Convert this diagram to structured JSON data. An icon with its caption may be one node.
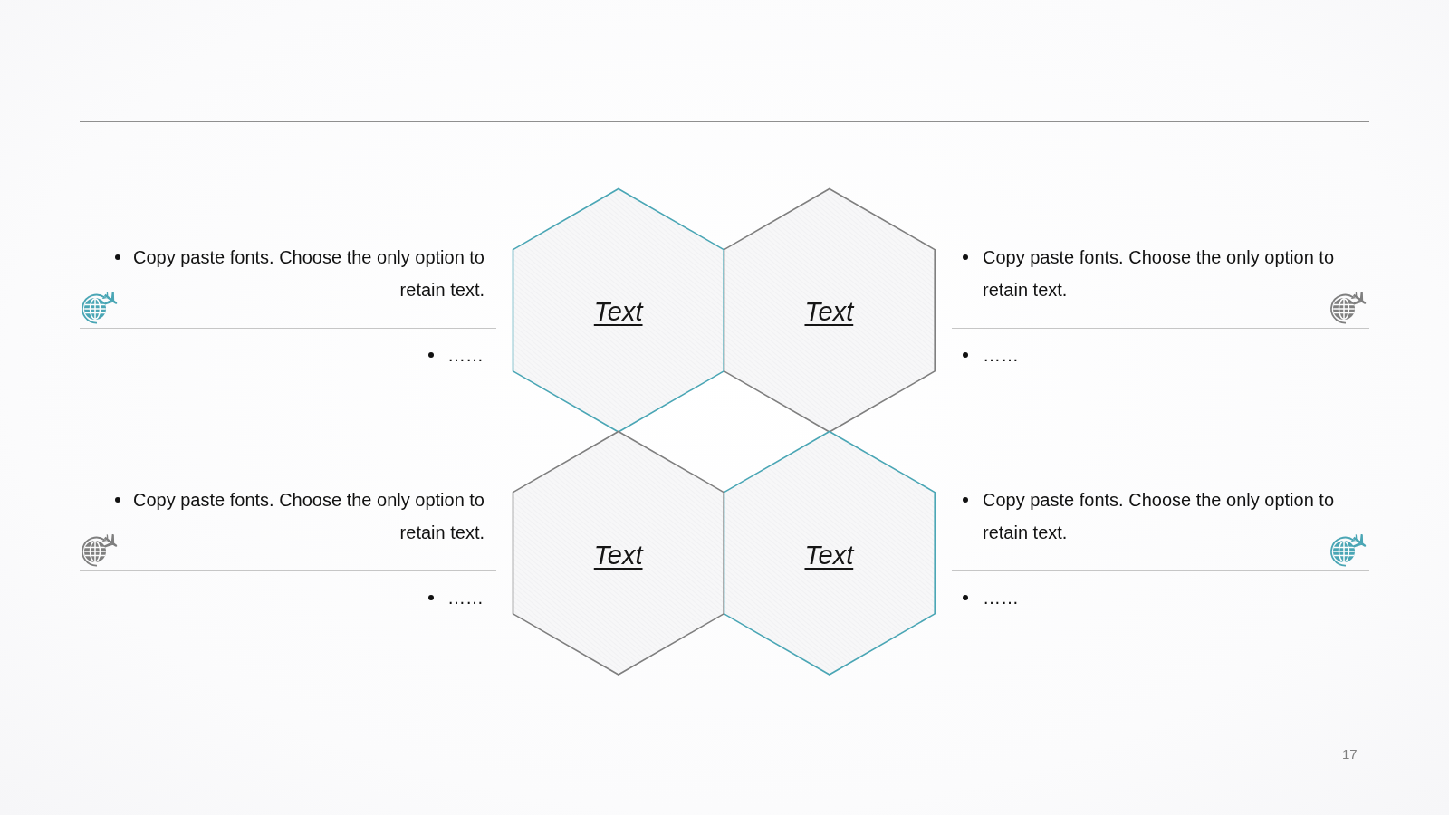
{
  "diagram": {
    "nodes": [
      {
        "text": [
          "Text"
        ],
        "beside": [
          "Copy paste fonts. Choose the only option to retain text.",
          "……"
        ]
      },
      {
        "text": [
          "Text"
        ],
        "beside": [
          "Copy paste fonts. Choose the only option to retain text.",
          "……"
        ]
      },
      {
        "text": [
          "Text"
        ],
        "beside": [
          "Copy paste fonts. Choose the only option to retain text.",
          "……"
        ]
      },
      {
        "text": [
          "Text"
        ],
        "beside": [
          "Copy paste fonts. Choose the only option to retain text.",
          "……"
        ]
      }
    ],
    "edges": [],
    "labels": [
      "17"
    ]
  }
}
